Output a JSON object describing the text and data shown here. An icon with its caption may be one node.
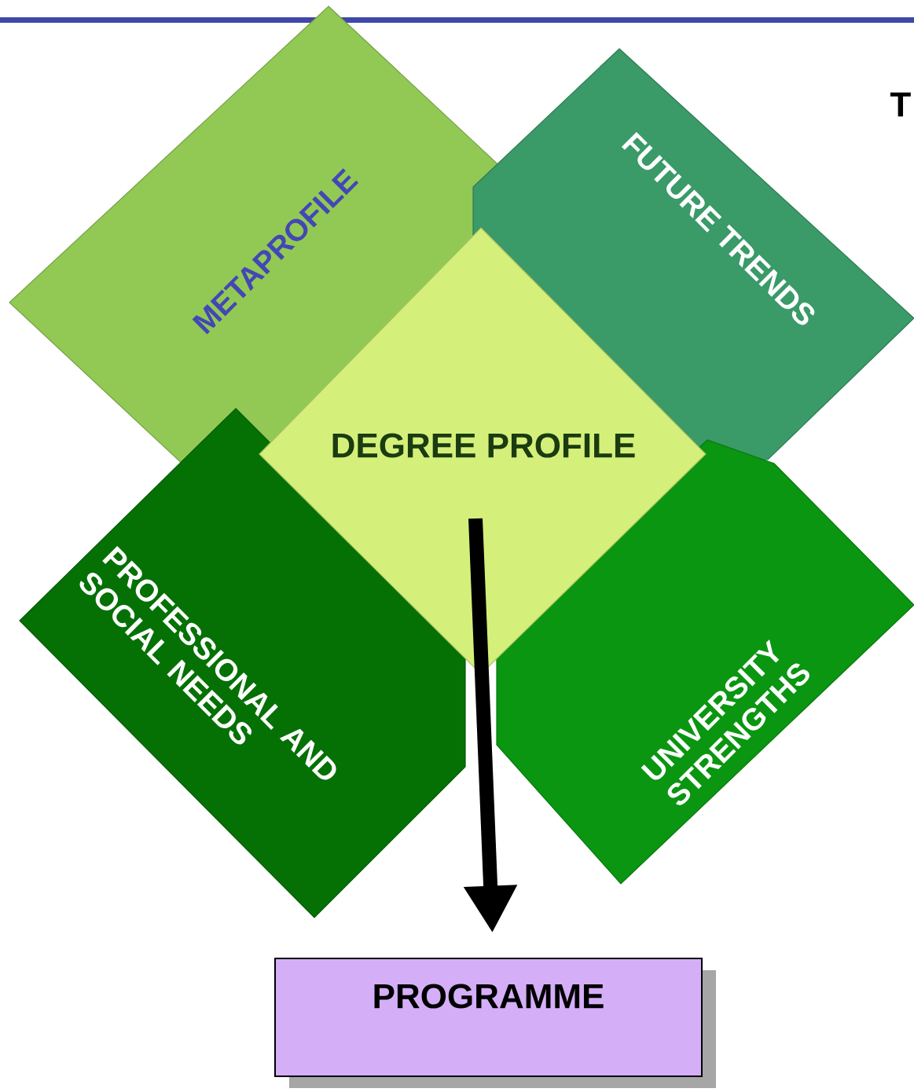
{
  "diagram": {
    "nodes": [
      {
        "text": [
          "METAPROFILE"
        ]
      },
      {
        "text": [
          "FUTURE TRENDS"
        ]
      },
      {
        "text": [
          "PROFESSIONAL AND SOCIAL NEEDS"
        ]
      },
      {
        "text": [
          "UNIVERSITY STRENGTHS"
        ]
      },
      {
        "text": [
          "DEGREE PROFILE"
        ]
      },
      {
        "text": [
          "PROGRAMME"
        ]
      }
    ],
    "edges": [
      {
        "from": 4,
        "to": 5,
        "arrow": "to"
      }
    ],
    "labels": [
      "T"
    ]
  }
}
